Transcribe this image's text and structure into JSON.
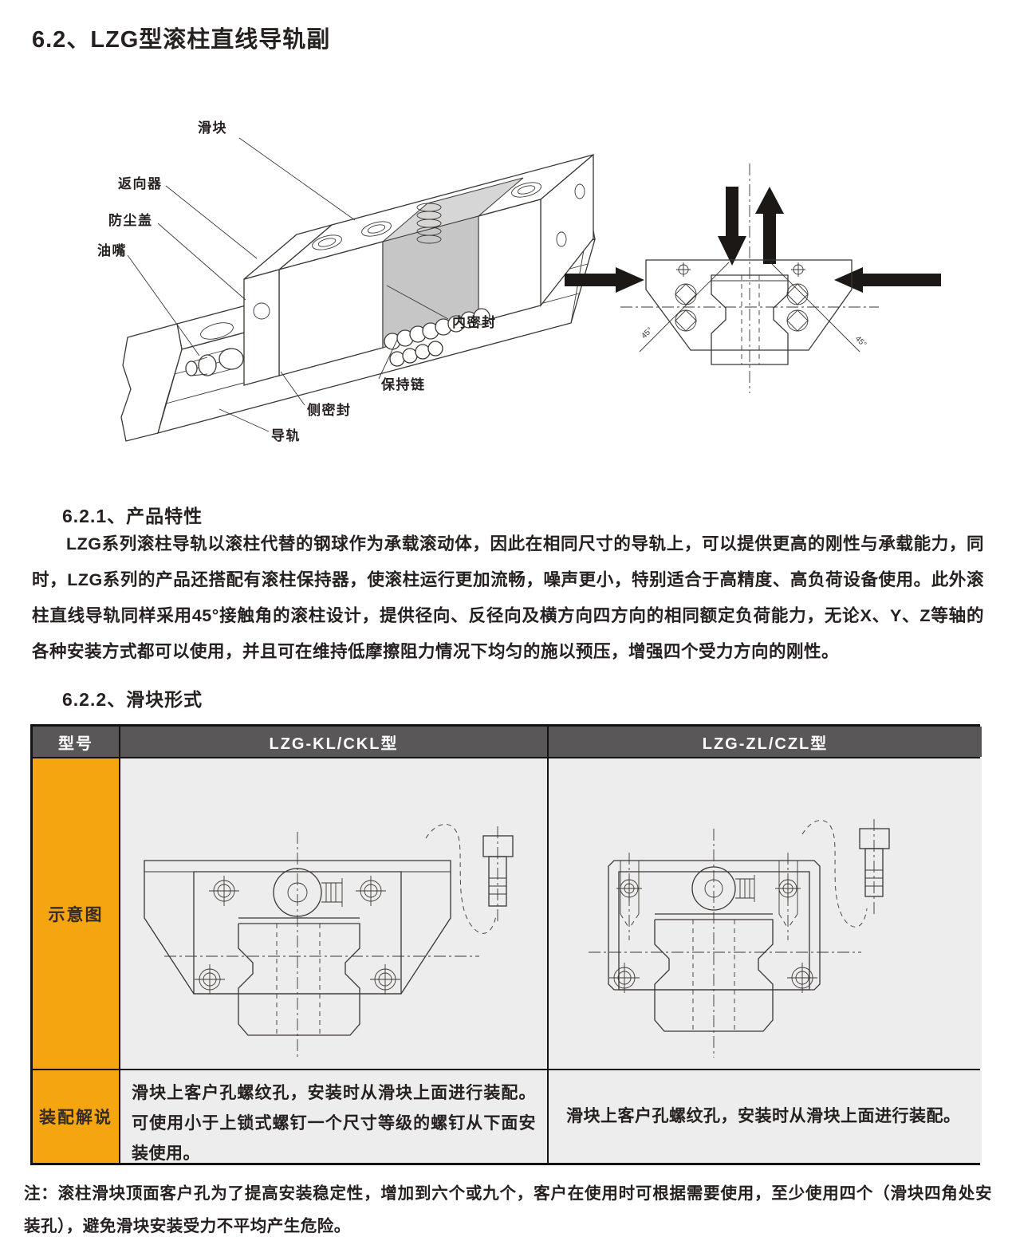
{
  "title": "6.2、LZG型滚柱直线导轨副",
  "colors": {
    "ink": "#262120",
    "header_bg": "#595757",
    "orange": "#F5A50F",
    "cell_bg": "#ECEDEC"
  },
  "figure": {
    "part_labels": [
      "滑块",
      "返向器",
      "防尘盖",
      "油嘴",
      "内密封",
      "保持链",
      "侧密封",
      "导轨"
    ],
    "angle_label": "45°"
  },
  "sections": {
    "features": {
      "heading": "6.2.1、产品特性",
      "body": "LZG系列滚柱导轨以滚柱代替的钢球作为承载滚动体，因此在相同尺寸的导轨上，可以提供更高的刚性与承载能力，同时，LZG系列的产品还搭配有滚柱保持器，使滚柱运行更加流畅，噪声更小，特别适合于高精度、高负荷设备使用。此外滚柱直线导轨同样采用45°接触角的滚柱设计，提供径向、反径向及横方向四方向的相同额定负荷能力，无论X、Y、Z等轴的各种安装方式都可以使用，并且可在维持低摩擦阻力情况下均匀的施以预压，增强四个受力方向的刚性。"
    },
    "slider_forms": {
      "heading": "6.2.2、滑块形式"
    }
  },
  "table": {
    "col_headers": [
      "型号",
      "LZG-KL/CKL型",
      "LZG-ZL/CZL型"
    ],
    "row_labels": [
      "示意图",
      "装配解说"
    ],
    "assembly_notes": [
      "滑块上客户孔螺纹孔，安装时从滑块上面进行装配。可使用小于上锁式螺钉一个尺寸等级的螺钉从下面安装使用。",
      "滑块上客户孔螺纹孔，安装时从滑块上面进行装配。"
    ]
  },
  "note": "注：滚柱滑块顶面客户孔为了提高安装稳定性，增加到六个或九个，客户在使用时可根据需要使用，至少使用四个（滑块四角处安装孔），避免滑块安装受力不平均产生危险。"
}
